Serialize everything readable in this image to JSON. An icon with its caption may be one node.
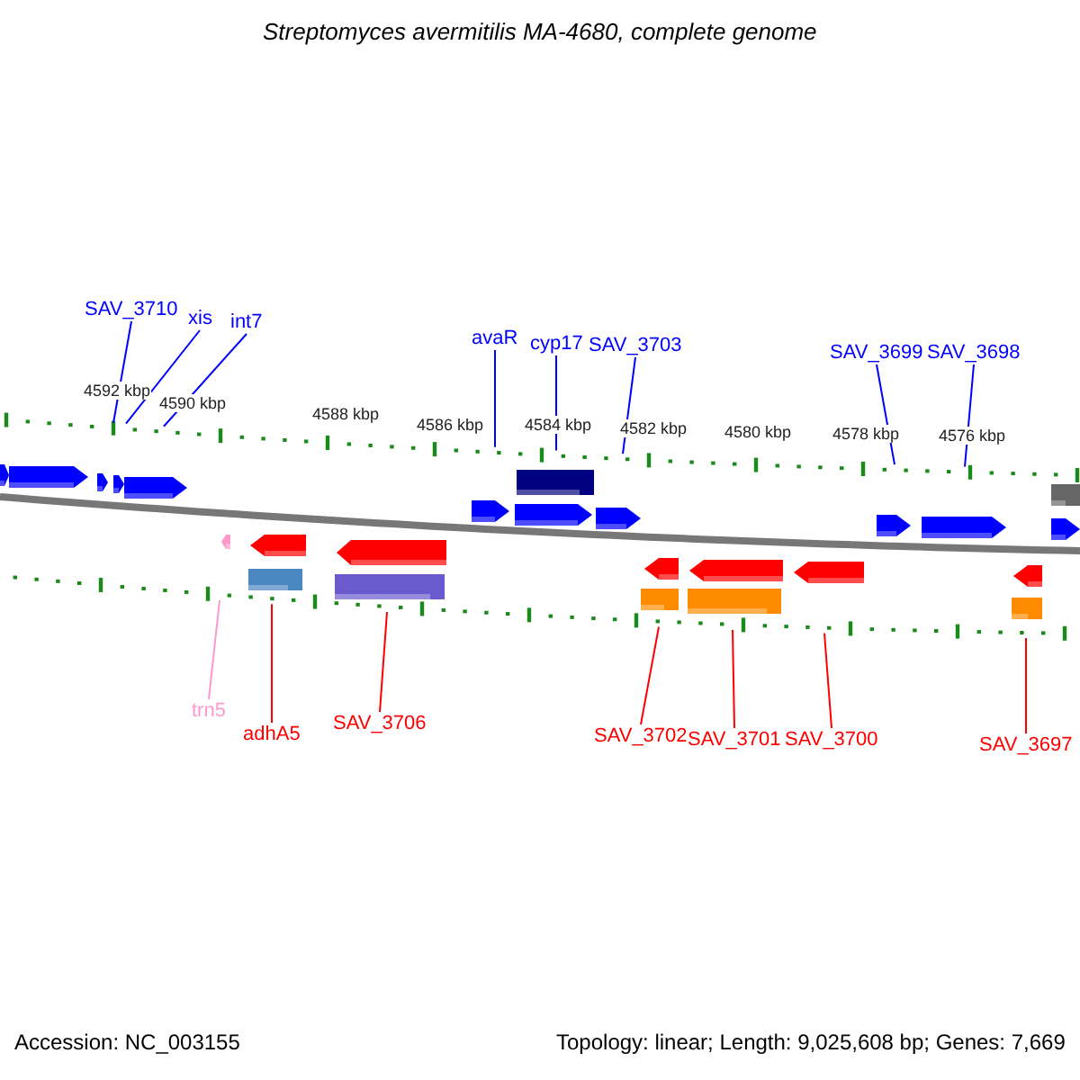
{
  "diagram": {
    "title": "Streptomyces avermitilis MA-4680, complete genome",
    "nodes": [
      {
        "text": [
          "SAV_3710"
        ]
      },
      {
        "text": [
          "xis"
        ]
      },
      {
        "text": [
          "int7"
        ]
      },
      {
        "text": [
          "avaR"
        ]
      },
      {
        "text": [
          "cyp17"
        ]
      },
      {
        "text": [
          "SAV_3703"
        ]
      },
      {
        "text": [
          "SAV_3699"
        ]
      },
      {
        "text": [
          "SAV_3698"
        ]
      },
      {
        "text": [
          "trn5"
        ]
      },
      {
        "text": [
          "adhA5"
        ]
      },
      {
        "text": [
          "SAV_3706"
        ]
      },
      {
        "text": [
          "SAV_3702"
        ]
      },
      {
        "text": [
          "SAV_3701"
        ]
      },
      {
        "text": [
          "SAV_3700"
        ]
      },
      {
        "text": [
          "SAV_3697"
        ]
      },
      {
        "text": [],
        "shape": "bar"
      },
      {
        "text": [],
        "shape": "bar"
      }
    ],
    "edges": [
      {
        "from": 0,
        "to": 15,
        "arrow": "none"
      },
      {
        "from": 1,
        "to": 15,
        "arrow": "none"
      },
      {
        "from": 2,
        "to": 15,
        "arrow": "none"
      },
      {
        "from": 3,
        "to": 15,
        "arrow": "none"
      },
      {
        "from": 4,
        "to": 15,
        "arrow": "none"
      },
      {
        "from": 5,
        "to": 15,
        "arrow": "none"
      },
      {
        "from": 6,
        "to": 15,
        "arrow": "none"
      },
      {
        "from": 7,
        "to": 15,
        "arrow": "none"
      },
      {
        "from": 8,
        "to": 16,
        "arrow": "none",
        "color": "#ff99cc"
      },
      {
        "from": 9,
        "to": 16,
        "arrow": "none",
        "color": "#ff0000"
      },
      {
        "from": 10,
        "to": 16,
        "arrow": "none",
        "color": "#ff0000"
      },
      {
        "from": 11,
        "to": 16,
        "arrow": "none",
        "color": "#ff0000"
      },
      {
        "from": 12,
        "to": 16,
        "arrow": "none",
        "color": "#ff0000"
      },
      {
        "from": 13,
        "to": 16,
        "arrow": "none",
        "color": "#ff0000"
      },
      {
        "from": 14,
        "to": 16,
        "arrow": "none",
        "color": "#ff0000"
      }
    ],
    "labels": [
      "4592 kbp",
      "4590 kbp",
      "4588 kbp",
      "4586 kbp",
      "4584 kbp",
      "4582 kbp",
      "4580 kbp",
      "4578 kbp",
      "4576 kbp",
      "Accession: NC_003155",
      "Topology: linear; Length: 9,025,608 bp; Genes: 7,669"
    ]
  }
}
